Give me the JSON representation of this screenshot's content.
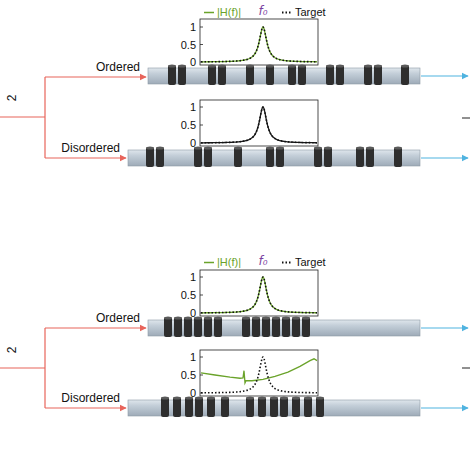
{
  "diagram": {
    "labels": [
      "2",
      "Ordered",
      "f₀",
      "1",
      "0.5",
      "0",
      "1",
      "0.5",
      "0",
      "Disordered",
      "2",
      "Ordered",
      "f₀",
      "1",
      "0.5",
      "0",
      "1",
      "0.5",
      "0",
      "Disordered"
    ],
    "legend": [
      {
        "text": "|H(f)|"
      },
      {
        "text": "Target"
      },
      {
        "text": "|H(f)|"
      },
      {
        "text": "Target"
      }
    ]
  }
}
